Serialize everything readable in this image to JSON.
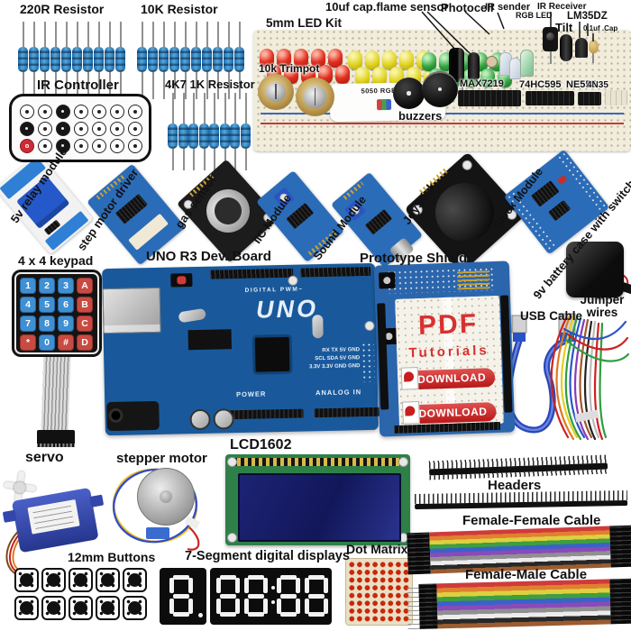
{
  "labels": {
    "resistor_220r": "220R Resistor",
    "resistor_10k": "10K Resistor",
    "led_kit": "5mm LED Kit",
    "cap_flame": "10uf cap.flame sensor",
    "photocell": "Photocell",
    "ir_sender": "IR sender",
    "rgb_led": "RGB LED",
    "ir_receiver": "IR Receiver",
    "lm35dz": "LM35DZ",
    "tilt": "Tilt",
    "cap_01uf": "0.1uf .Cap",
    "trimpot": "10k Trimpot",
    "ir_controller": "IR Controller",
    "resistor_4k7_1k": "4K7 1K Resistor",
    "buzzers": "buzzers",
    "relay": "5v relay module",
    "step_driver": "step motor driver",
    "gas_sensor": "gas sensor",
    "iic": "IIC Module",
    "sound": "Sound Module",
    "joystick": "JoyStick",
    "clock": "Clock Module",
    "battery": "9v battery case with switch",
    "keypad": "4 x 4 keypad",
    "uno": "UNO R3 Dev. Board",
    "shield": "Prototype Shield",
    "jumper": "Jumper wires",
    "usb": "USB Cable",
    "servo": "servo",
    "stepper": "stepper motor",
    "lcd": "LCD1602",
    "headers": "Headers",
    "ff_cable": "Female-Female Cable",
    "fm_cable": "Female-Male Cable",
    "buttons": "12mm Buttons",
    "seven_seg": "7-Segment digital displays",
    "dot_matrix": "Dot Matrix"
  },
  "breadboard": {
    "rgb_module_text": "5050 RGB LED",
    "chips": [
      "MAX7219",
      "74HC595",
      "NE555",
      "4N35"
    ]
  },
  "uno_board": {
    "name": "UNO",
    "digital": "DIGITAL PWM~",
    "power": "POWER",
    "analog": "ANALOG IN",
    "pins1": "RX TX 5V GND",
    "pins2": "SCL SDA 5V GND",
    "pins3": "3.3V 3.3V GND GND"
  },
  "shield_board": {
    "pdf": "PDF",
    "tutorials": "Tutorials",
    "download": "DOWNLOAD"
  },
  "keypad": {
    "keys": [
      "1",
      "2",
      "3",
      "A",
      "4",
      "5",
      "6",
      "B",
      "7",
      "8",
      "9",
      "C",
      "*",
      "0",
      "#",
      "D"
    ]
  },
  "colors": {
    "module_blue": "#2b6cb8",
    "uno_blue": "#19599b",
    "breadboard": "#f1ecdb",
    "led_red": "#e03020",
    "led_yellow": "#e0d41f",
    "led_green": "#33a340",
    "accent_red": "#c81e1e",
    "keypad_key_blue": "#3f8fd2",
    "keypad_key_red": "#c94a42",
    "servo_blue": "#32409e",
    "lcd_pcb_green": "#2f7f49",
    "lcd_screen_navy": "#1d2374",
    "dot_matrix_dot": "#c92708"
  }
}
